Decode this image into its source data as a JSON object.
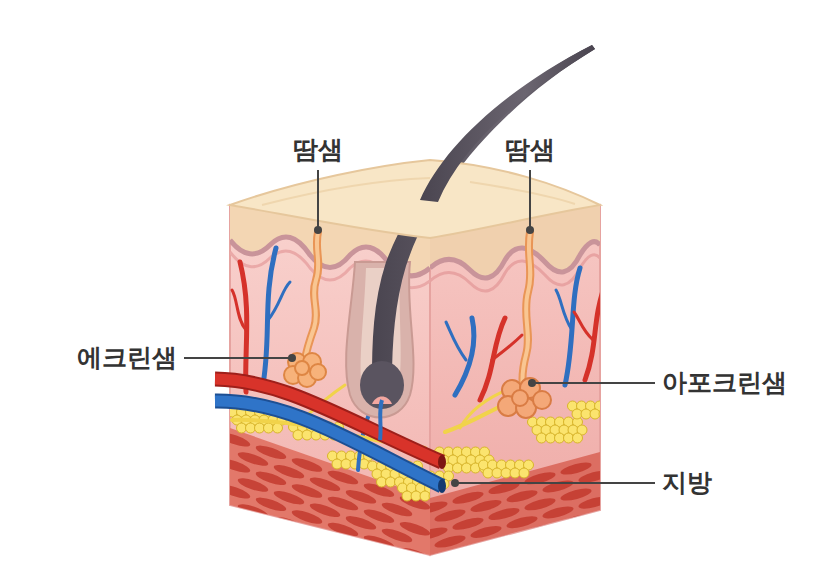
{
  "diagram": {
    "labels": [
      "땀샘",
      "땀샘",
      "에크린샘",
      "아포크린샘",
      "지방"
    ]
  }
}
